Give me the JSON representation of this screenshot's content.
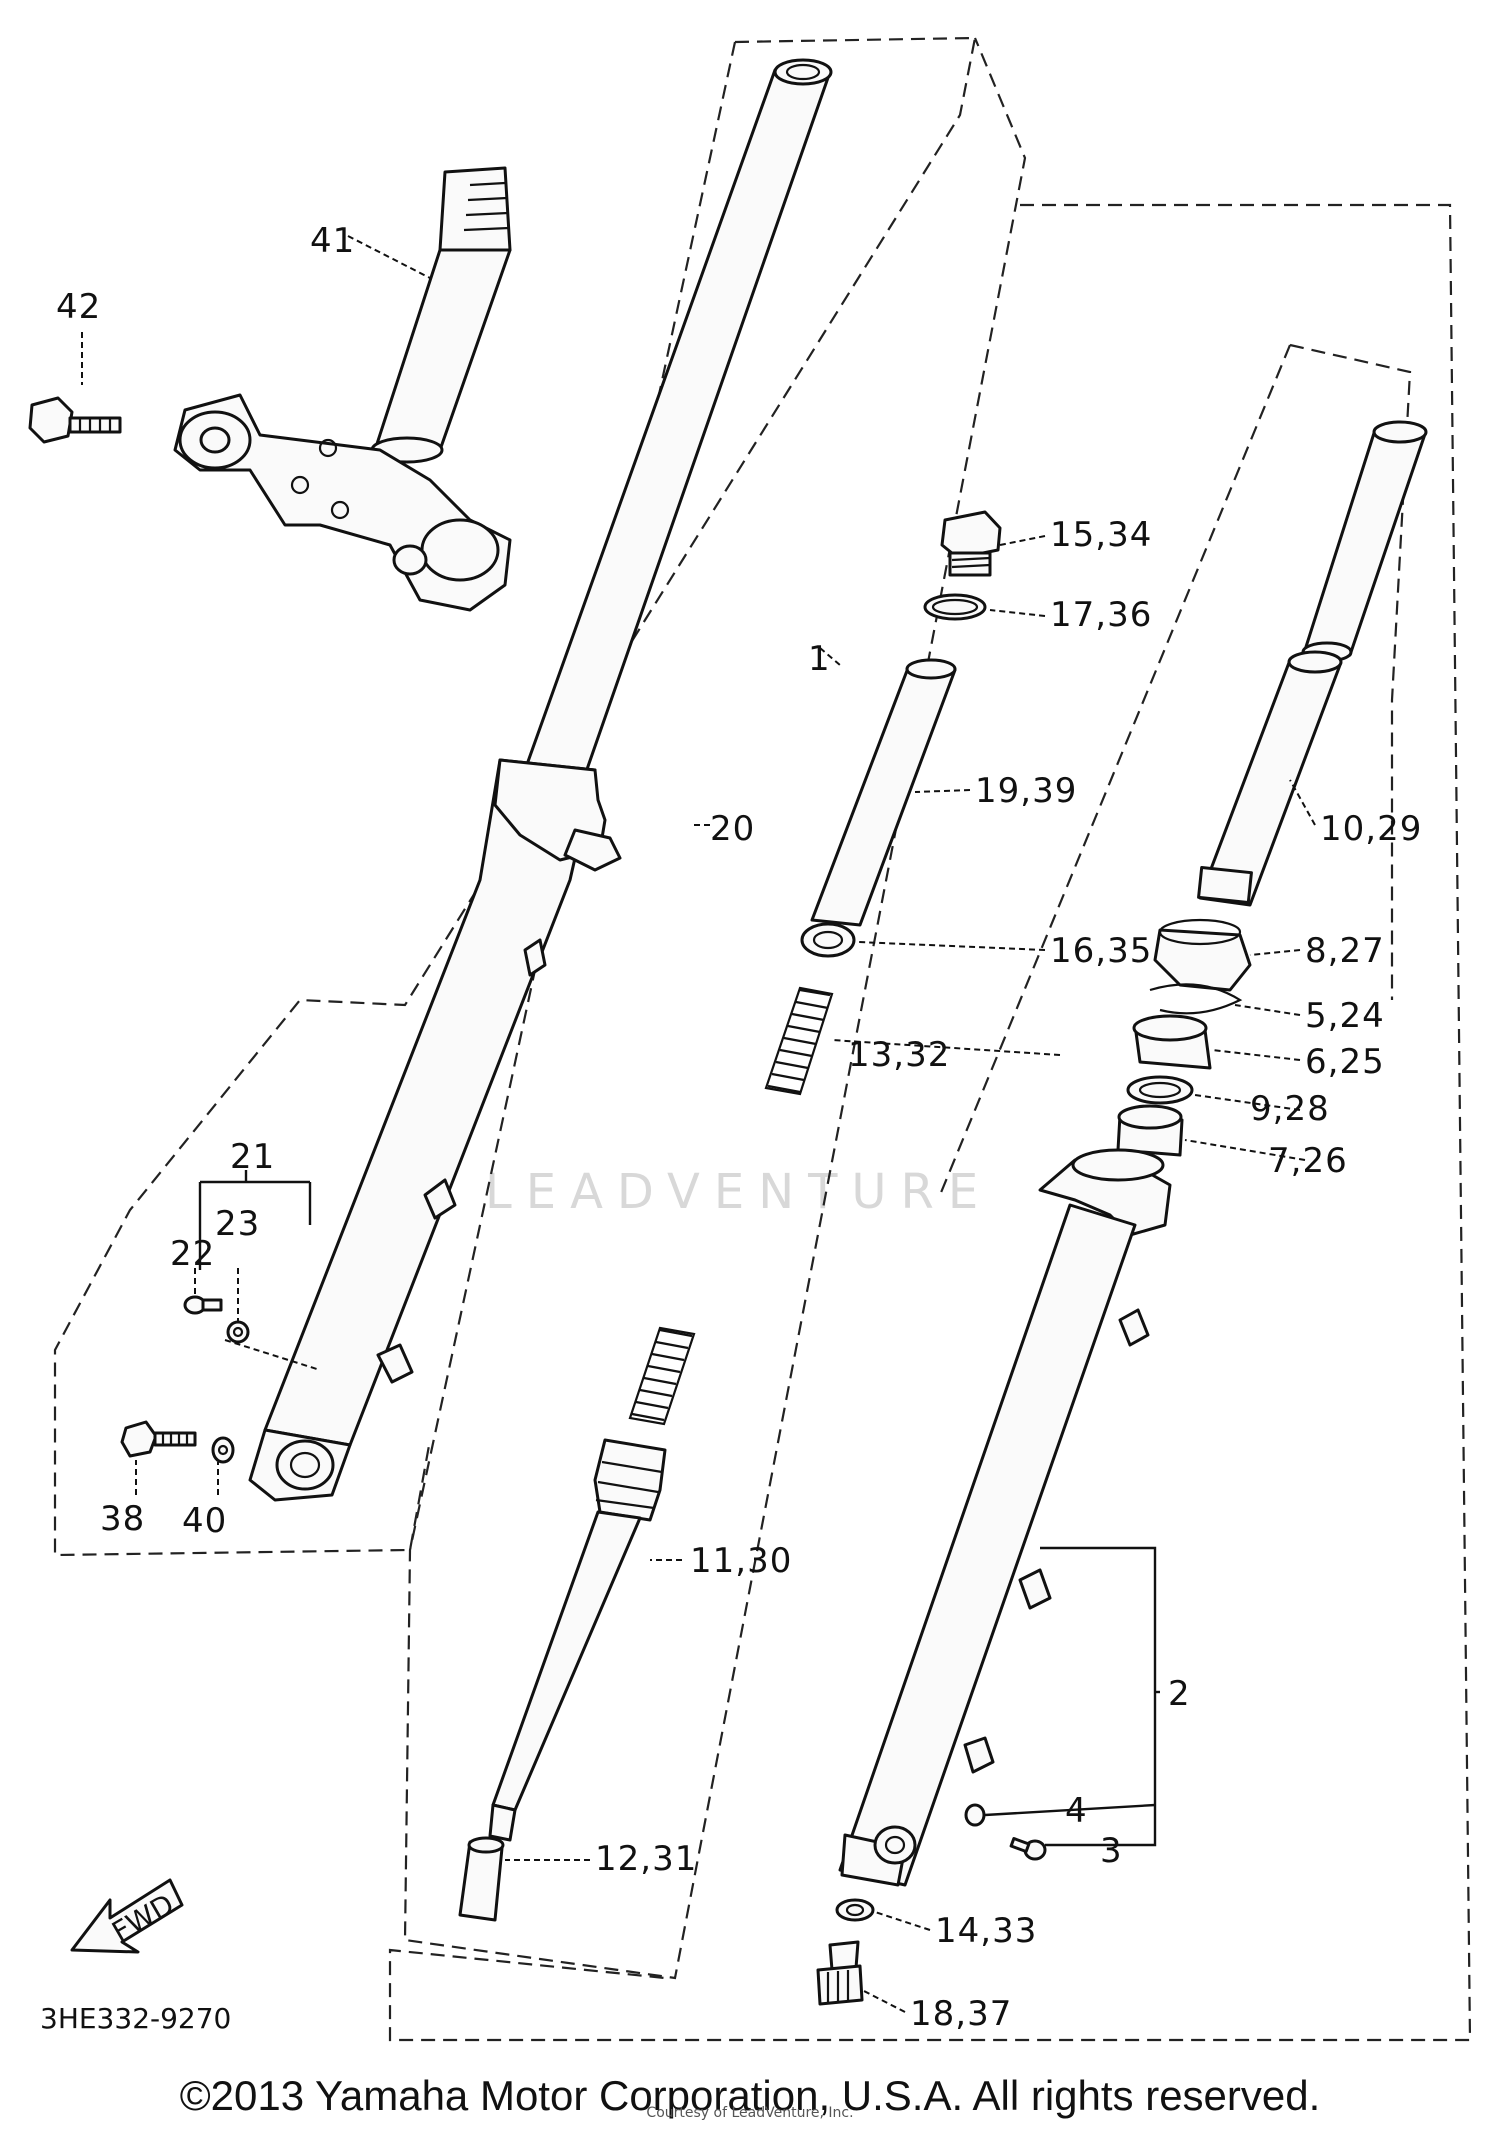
{
  "labels": {
    "l41": "41",
    "l42": "42",
    "l20": "20",
    "l21": "21",
    "l22": "22",
    "l23": "23",
    "l38": "38",
    "l40": "40",
    "l1": "1",
    "l15": "15,34",
    "l17": "17,36",
    "l19": "19,39",
    "l16": "16,35",
    "l13": "13,32",
    "l11": "11,30",
    "l12": "12,31",
    "l10": "10,29",
    "l8": "8,27",
    "l5": "5,24",
    "l6": "6,25",
    "l9": "9,28",
    "l7": "7,26",
    "l2": "2",
    "l4": "4",
    "l3": "3",
    "l14": "14,33",
    "l18": "18,37"
  },
  "fwd_label": "FWD",
  "diagram_code": "3HE332-9270",
  "watermark": "LEADVENTURE",
  "copyright": "©2013 Yamaha Motor Corporation, U.S.A. All rights reserved.",
  "courtesy": "Courtesy of LeadVenture, Inc."
}
